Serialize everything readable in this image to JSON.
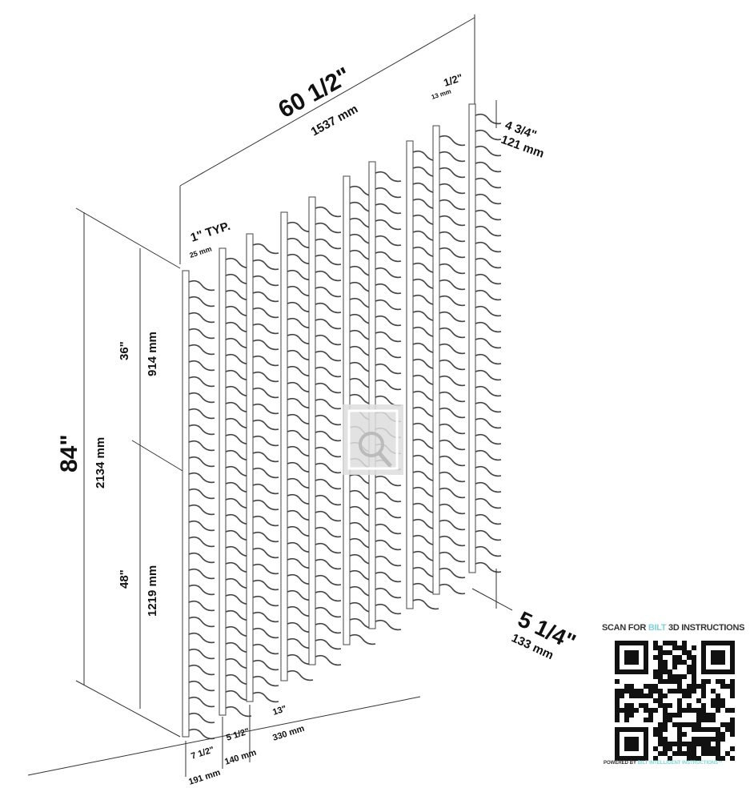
{
  "dimensions": {
    "overall_width_in": "60 1/2\"",
    "overall_width_mm": "1537 mm",
    "height_in": "84\"",
    "height_mm": "2134 mm",
    "upper_in": "36\"",
    "upper_mm": "914 mm",
    "lower_in": "48\"",
    "lower_mm": "1219 mm",
    "rail_width_in": "1\" TYP.",
    "rail_width_mm": "25 mm",
    "top_offset_in": "1/2\"",
    "top_offset_mm": "13 mm",
    "peg_in": "4 3/4\"",
    "peg_mm": "121 mm",
    "depth_in": "5 1/4\"",
    "depth_mm": "133 mm",
    "gap1_in": "7 1/2\"",
    "gap1_mm": "191 mm",
    "gap2_in": "5 1/2\"",
    "gap2_mm": "140 mm",
    "gap3_in": "13\"",
    "gap3_mm": "330 mm"
  },
  "qr": {
    "caption_pre": "SCAN FOR ",
    "caption_brand": "BILT",
    "caption_post": " 3D INSTRUCTIONS",
    "footer_pre": "POWERED BY ",
    "footer_brand": "BILT INTELLIGENT INSTRUCTIONS™",
    "accent": "#7fd3d6"
  },
  "icons": {
    "zoom": "magnifier-icon"
  }
}
